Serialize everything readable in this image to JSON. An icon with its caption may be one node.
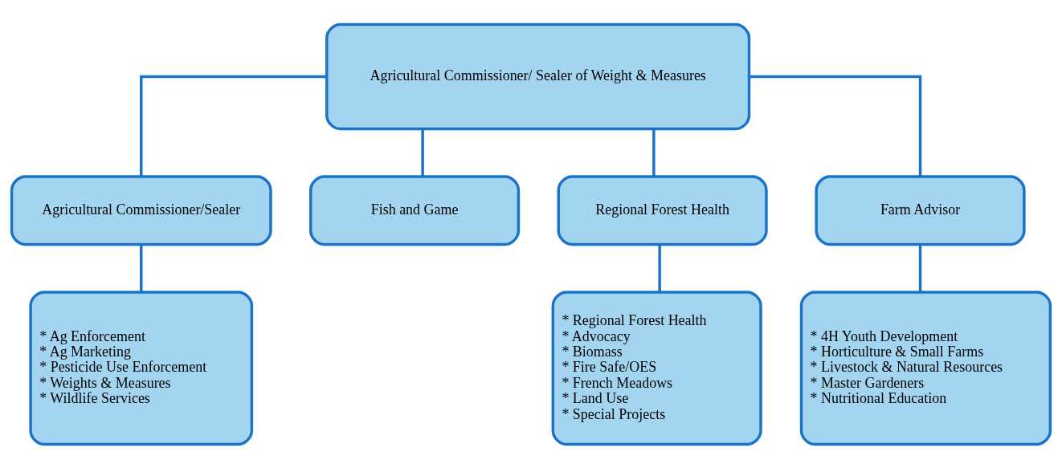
{
  "diagram": {
    "nodes": [
      {
        "text": [
          "Agricultural Commissioner/ Sealer of Weight & Measures"
        ]
      },
      {
        "text": [
          "Agricultural Commissioner/Sealer"
        ]
      },
      {
        "text": [
          "Fish and Game"
        ]
      },
      {
        "text": [
          "Regional Forest Health"
        ]
      },
      {
        "text": [
          "Farm Advisor"
        ]
      },
      {
        "text": [
          "* Ag Enforcement",
          "* Ag Marketing",
          "* Pesticide Use Enforcement",
          "* Weights & Measures",
          "* Wildlife Services"
        ]
      },
      {
        "text": [
          "* Regional Forest Health",
          "* Advocacy",
          "* Biomass",
          "* Fire Safe/OES",
          "* French Meadows",
          "* Land Use",
          "* Special Projects"
        ]
      },
      {
        "text": [
          "* 4H Youth Development",
          "* Horticulture & Small Farms",
          "* Livestock & Natural Resources",
          "* Master Gardeners",
          "* Nutritional Education"
        ]
      }
    ],
    "edges": [
      {
        "from": 0,
        "to": 1,
        "arrow": "none"
      },
      {
        "from": 0,
        "to": 2,
        "arrow": "none"
      },
      {
        "from": 0,
        "to": 3,
        "arrow": "none"
      },
      {
        "from": 0,
        "to": 4,
        "arrow": "none"
      },
      {
        "from": 1,
        "to": 5,
        "arrow": "none"
      },
      {
        "from": 3,
        "to": 6,
        "arrow": "none"
      },
      {
        "from": 4,
        "to": 7,
        "arrow": "none"
      }
    ]
  }
}
